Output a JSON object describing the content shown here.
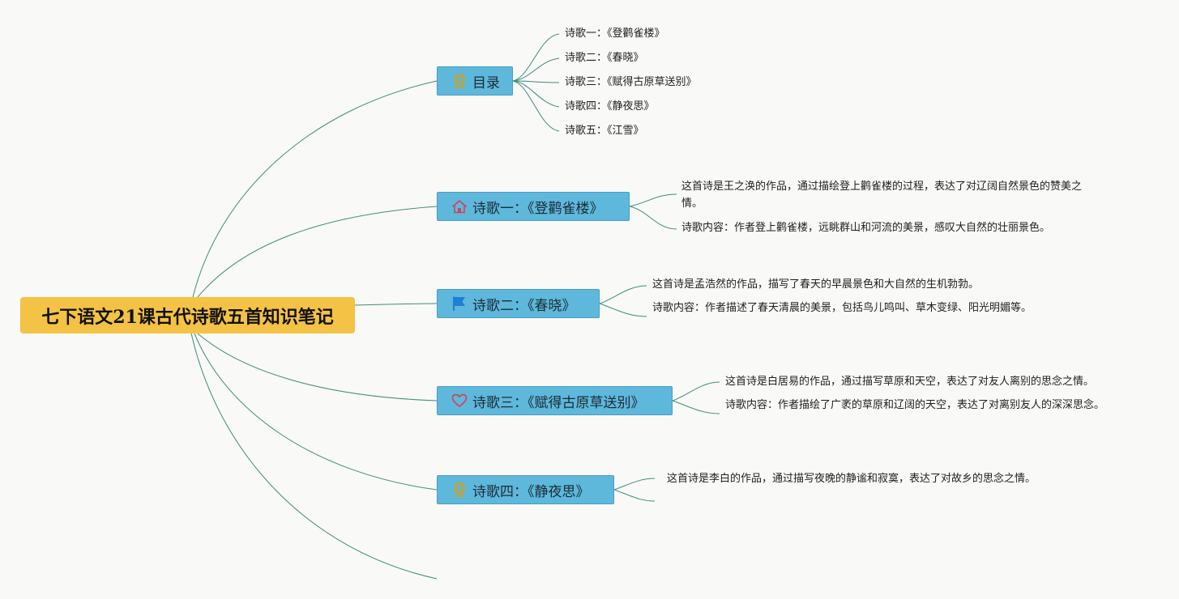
{
  "root": {
    "title": "七下语文21课古代诗歌五首知识笔记"
  },
  "branches": [
    {
      "label": "目录",
      "icon": "award-ribbon-icon",
      "children": [
        "诗歌一：《登鹳雀楼》",
        "诗歌二：《春晓》",
        "诗歌三：《赋得古原草送别》",
        "诗歌四：《静夜思》",
        "诗歌五：《江雪》"
      ]
    },
    {
      "label": "诗歌一：《登鹳雀楼》",
      "icon": "house-icon",
      "children": [
        "这首诗是王之涣的作品，通过描绘登上鹳雀楼的过程，表达了对辽阔自然景色的赞美之情。",
        "诗歌内容：作者登上鹳雀楼，远眺群山和河流的美景，感叹大自然的壮丽景色。"
      ]
    },
    {
      "label": "诗歌二：《春晓》",
      "icon": "flag-icon",
      "children": [
        "这首诗是孟浩然的作品，描写了春天的早晨景色和大自然的生机勃勃。",
        "诗歌内容：作者描述了春天清晨的美景，包括鸟儿鸣叫、草木变绿、阳光明媚等。"
      ]
    },
    {
      "label": "诗歌三：《赋得古原草送别》",
      "icon": "heart-icon",
      "children": [
        "这首诗是白居易的作品，通过描写草原和天空，表达了对友人离别的思念之情。",
        "诗歌内容：作者描绘了广袤的草原和辽阔的天空，表达了对离别友人的深深思念。"
      ]
    },
    {
      "label": "诗歌四：《静夜思》",
      "icon": "award-ribbon-icon",
      "children": [
        "这首诗是李白的作品，通过描写夜晚的静谧和寂寞，表达了对故乡的思念之情。"
      ]
    }
  ],
  "colors": {
    "root_fill": "#f4c244",
    "topic_fill": "#5db8dc",
    "connector": "#3f8d7c",
    "award_icon": "#c9a227",
    "house_icon": "#d0435c",
    "flag_icon": "#1f7fd6",
    "heart_icon": "#d0435c"
  }
}
